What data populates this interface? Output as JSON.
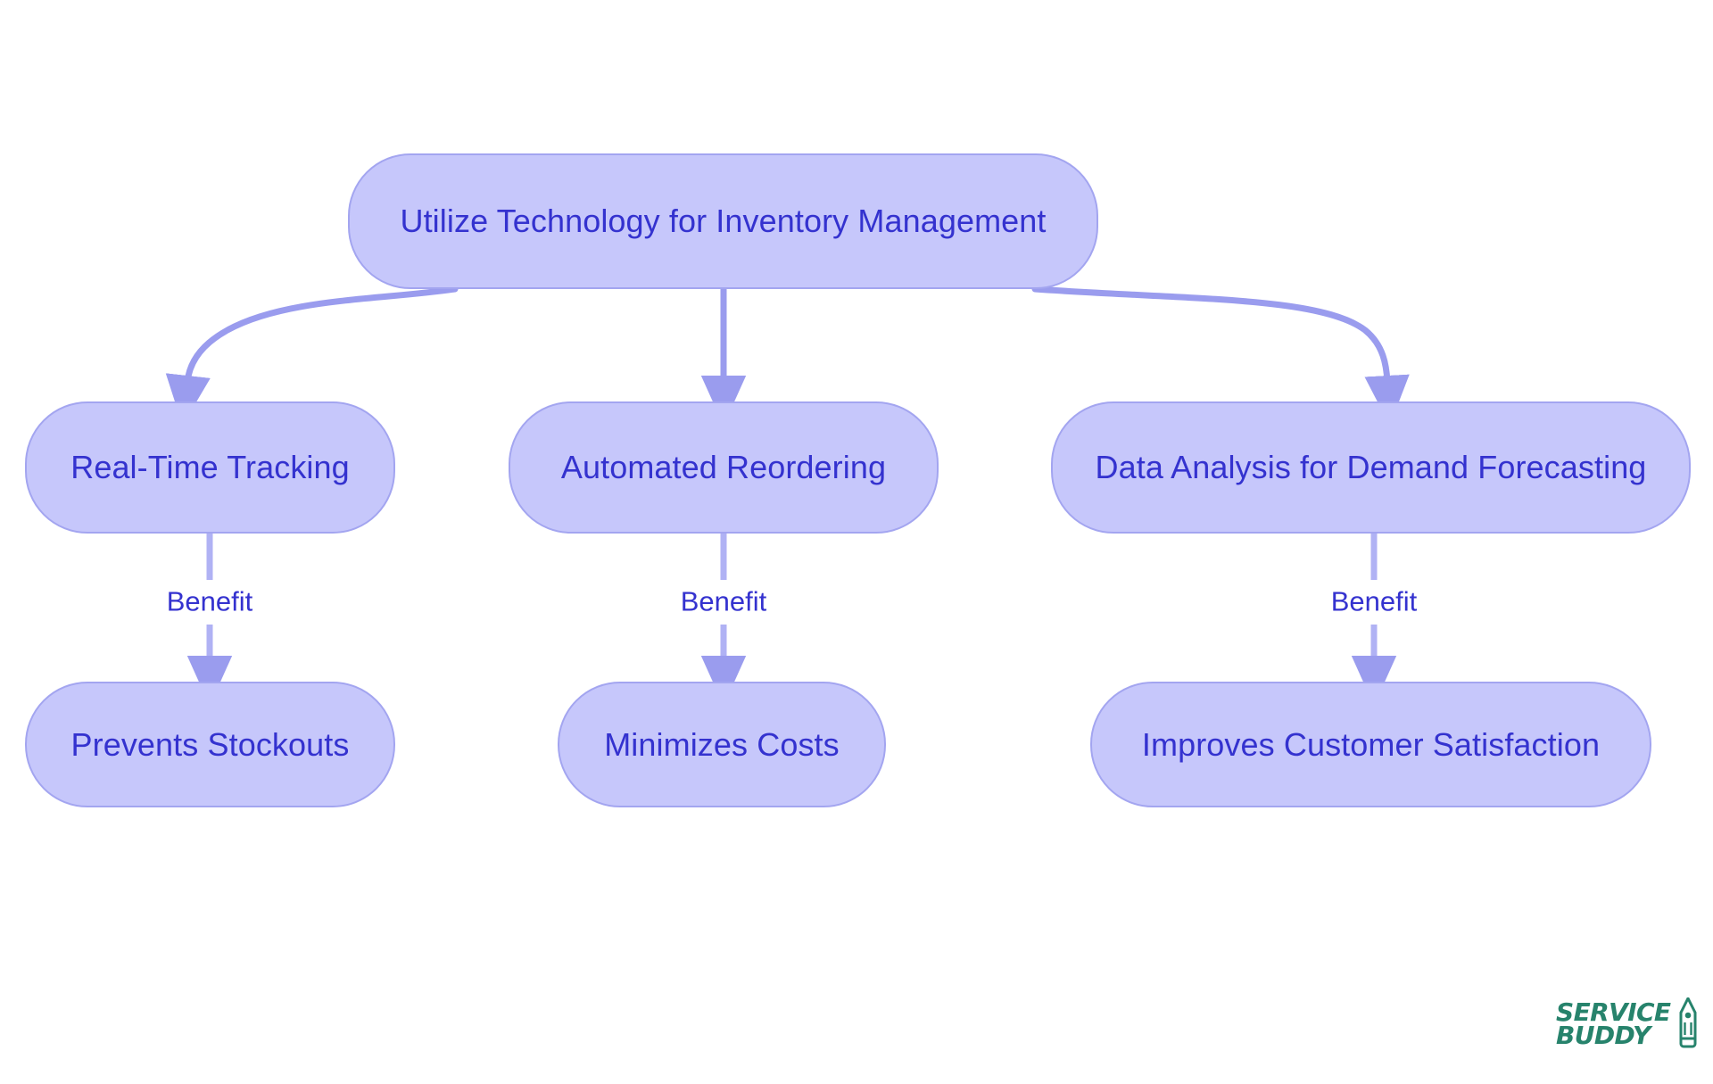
{
  "diagram": {
    "title": "Utilize Technology for Inventory Management",
    "type": "flowchart",
    "orientation": "top-down",
    "colors": {
      "node_fill": "#c6c7fb",
      "node_border": "#a3a5f0",
      "node_text": "#3432cf",
      "edge_stroke": "#9a9cee",
      "edge_label_text": "#3432cf",
      "background": "#ffffff",
      "logo_green": "#27836c"
    },
    "nodes": [
      {
        "id": "root",
        "label": "Utilize Technology for Inventory Management",
        "level": 0
      },
      {
        "id": "tracking",
        "label": "Real-Time Tracking",
        "level": 1
      },
      {
        "id": "reordering",
        "label": "Automated Reordering",
        "level": 1
      },
      {
        "id": "forecasting",
        "label": "Data Analysis for Demand Forecasting",
        "level": 1
      },
      {
        "id": "stockouts",
        "label": "Prevents Stockouts",
        "level": 2
      },
      {
        "id": "costs",
        "label": "Minimizes Costs",
        "level": 2
      },
      {
        "id": "satisfaction",
        "label": "Improves Customer Satisfaction",
        "level": 2
      }
    ],
    "edges": [
      {
        "from": "root",
        "to": "tracking",
        "label": "",
        "style": "curved"
      },
      {
        "from": "root",
        "to": "reordering",
        "label": "",
        "style": "straight"
      },
      {
        "from": "root",
        "to": "forecasting",
        "label": "",
        "style": "curved"
      },
      {
        "from": "tracking",
        "to": "stockouts",
        "label": "Benefit",
        "style": "straight"
      },
      {
        "from": "reordering",
        "to": "costs",
        "label": "Benefit",
        "style": "straight"
      },
      {
        "from": "forecasting",
        "to": "satisfaction",
        "label": "Benefit",
        "style": "straight"
      }
    ],
    "edge_labels": {
      "benefit_left": "Benefit",
      "benefit_middle": "Benefit",
      "benefit_right": "Benefit"
    }
  },
  "branding": {
    "logo_line1": "SERVICE",
    "logo_line2": "BUDDY",
    "logo_icon": "pencil-icon"
  }
}
